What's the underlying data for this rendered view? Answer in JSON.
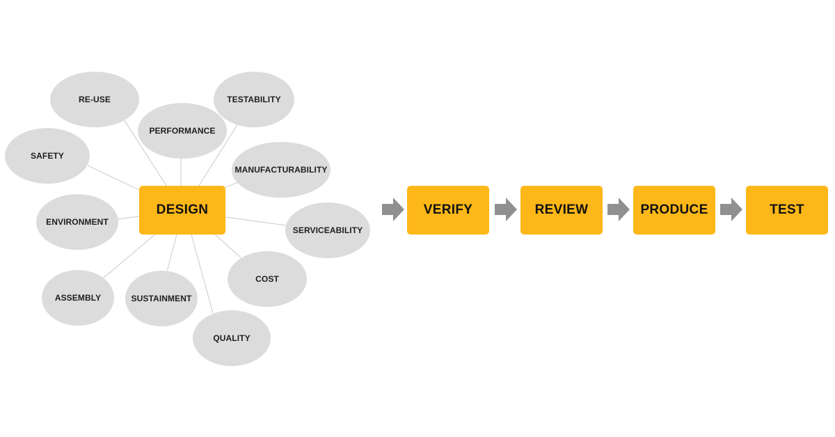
{
  "center": {
    "label": "DESIGN"
  },
  "factors": [
    {
      "id": "re-use",
      "label": "RE-USE"
    },
    {
      "id": "testability",
      "label": "TESTABILITY"
    },
    {
      "id": "performance",
      "label": "PERFORMANCE"
    },
    {
      "id": "safety",
      "label": "SAFETY"
    },
    {
      "id": "manufacturability",
      "label": "MANUFACTURABILITY"
    },
    {
      "id": "environment",
      "label": "ENVIRONMENT"
    },
    {
      "id": "serviceability",
      "label": "SERVICEABILITY"
    },
    {
      "id": "cost",
      "label": "COST"
    },
    {
      "id": "assembly",
      "label": "ASSEMBLY"
    },
    {
      "id": "sustainment",
      "label": "SUSTAINMENT"
    },
    {
      "id": "quality",
      "label": "QUALITY"
    }
  ],
  "process": [
    {
      "label": "VERIFY"
    },
    {
      "label": "REVIEW"
    },
    {
      "label": "PRODUCE"
    },
    {
      "label": "TEST"
    }
  ],
  "colors": {
    "box": "#fdb718",
    "bubble": "#dcdcdc",
    "connector": "#d2d2d2",
    "arrow": "#909090"
  }
}
